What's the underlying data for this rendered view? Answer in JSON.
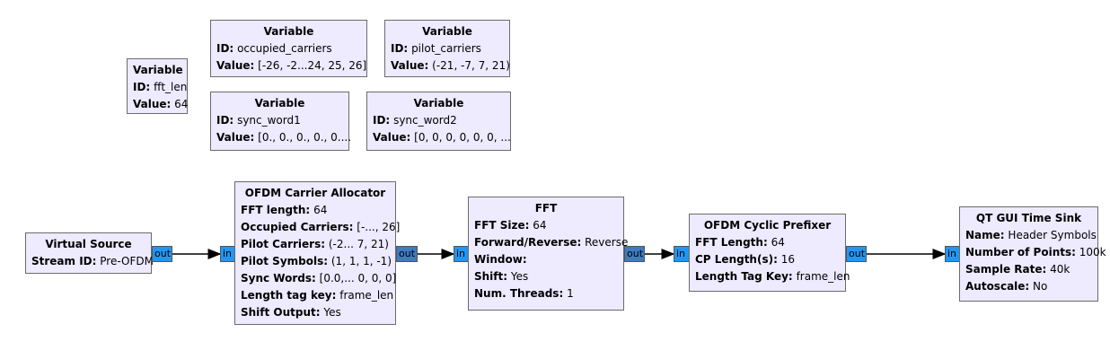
{
  "variables": [
    {
      "title": "Variable",
      "id_label": "ID:",
      "id": "fft_len",
      "value_label": "Value:",
      "value": "64"
    },
    {
      "title": "Variable",
      "id_label": "ID:",
      "id": "occupied_carriers",
      "value_label": "Value:",
      "value": "[-26, -2...24, 25, 26]"
    },
    {
      "title": "Variable",
      "id_label": "ID:",
      "id": "pilot_carriers",
      "value_label": "Value:",
      "value": "(-21, -7, 7, 21)"
    },
    {
      "title": "Variable",
      "id_label": "ID:",
      "id": "sync_word1",
      "value_label": "Value:",
      "value": "[0., 0., 0., 0., 0...."
    },
    {
      "title": "Variable",
      "id_label": "ID:",
      "id": "sync_word2",
      "value_label": "Value:",
      "value": "[0, 0, 0, 0, 0, 0, ..."
    }
  ],
  "blocks": {
    "virtual_source": {
      "title": "Virtual Source",
      "params": [
        {
          "key": "Stream ID:",
          "value": "Pre-OFDM"
        }
      ],
      "out_port": "out"
    },
    "carrier_allocator": {
      "title": "OFDM Carrier Allocator",
      "params": [
        {
          "key": "FFT length:",
          "value": "64"
        },
        {
          "key": "Occupied Carriers:",
          "value": "[-..., 26]"
        },
        {
          "key": "Pilot Carriers:",
          "value": "(-2... 7, 21)"
        },
        {
          "key": "Pilot Symbols:",
          "value": "(1, 1, 1, -1)"
        },
        {
          "key": "Sync Words:",
          "value": "[0.0,... 0, 0, 0]"
        },
        {
          "key": "Length tag key:",
          "value": "frame_len"
        },
        {
          "key": "Shift Output:",
          "value": "Yes"
        }
      ],
      "in_port": "in",
      "out_port": "out"
    },
    "fft": {
      "title": "FFT",
      "params": [
        {
          "key": "FFT Size:",
          "value": "64"
        },
        {
          "key": "Forward/Reverse:",
          "value": "Reverse"
        },
        {
          "key": "Window:",
          "value": ""
        },
        {
          "key": "Shift:",
          "value": "Yes"
        },
        {
          "key": "Num. Threads:",
          "value": "1"
        }
      ],
      "in_port": "in",
      "out_port": "out"
    },
    "cyclic_prefixer": {
      "title": "OFDM Cyclic Prefixer",
      "params": [
        {
          "key": "FFT Length:",
          "value": "64"
        },
        {
          "key": "CP Length(s):",
          "value": "16"
        },
        {
          "key": "Length Tag Key:",
          "value": "frame_len"
        }
      ],
      "in_port": "in",
      "out_port": "out"
    },
    "time_sink": {
      "title": "QT GUI Time Sink",
      "params": [
        {
          "key": "Name:",
          "value": "Header Symbols"
        },
        {
          "key": "Number of Points:",
          "value": "100k"
        },
        {
          "key": "Sample Rate:",
          "value": "40k"
        },
        {
          "key": "Autoscale:",
          "value": "No"
        }
      ],
      "in_port": "in"
    }
  },
  "colors": {
    "block_fill": "#eeeaff",
    "block_border": "#6b6b6b",
    "port_light": "#2196f3",
    "port_dark": "#3d7bc2",
    "wire": "#000000"
  }
}
